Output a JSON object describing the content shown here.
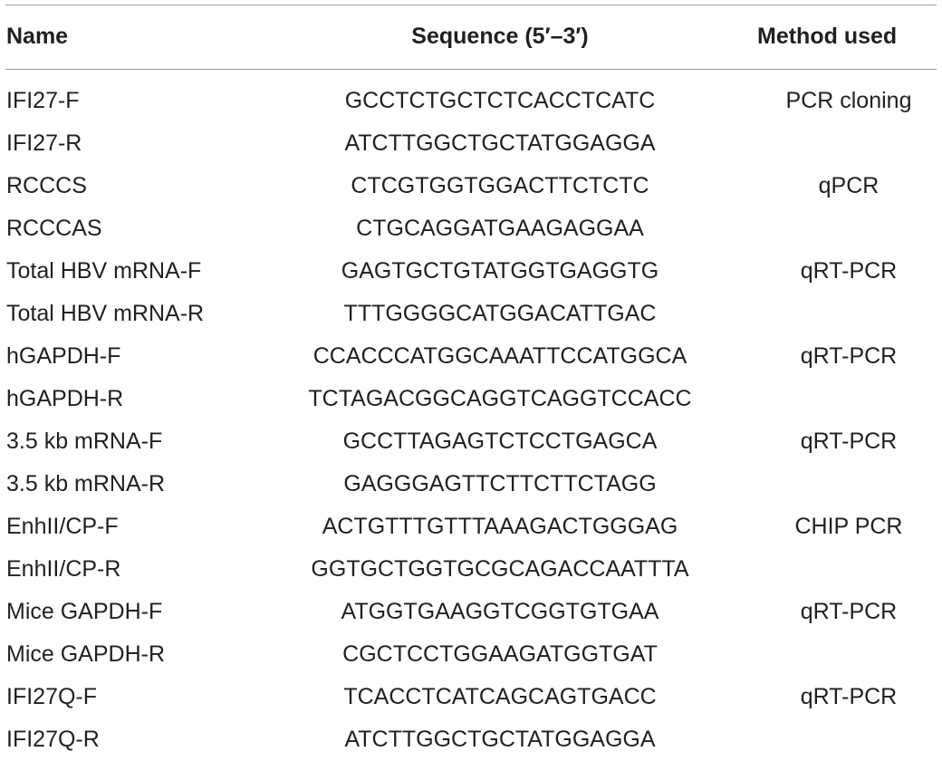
{
  "table": {
    "headers": {
      "name": "Name",
      "sequence": "Sequence (5′–3′)",
      "method": "Method used"
    },
    "rows": [
      {
        "name": "IFI27-F",
        "sequence": "GCCTCTGCTCTCACCTCATC",
        "method": "PCR cloning"
      },
      {
        "name": "IFI27-R",
        "sequence": "ATCTTGGCTGCTATGGAGGA",
        "method": ""
      },
      {
        "name": "RCCCS",
        "sequence": "CTCGTGGTGGACTTCTCTC",
        "method": "qPCR"
      },
      {
        "name": "RCCCAS",
        "sequence": "CTGCAGGATGAAGAGGAA",
        "method": ""
      },
      {
        "name": "Total HBV mRNA-F",
        "sequence": "GAGTGCTGTATGGTGAGGTG",
        "method": "qRT-PCR"
      },
      {
        "name": "Total HBV mRNA-R",
        "sequence": "TTTGGGGCATGGACATTGAC",
        "method": ""
      },
      {
        "name": "hGAPDH-F",
        "sequence": "CCACCCATGGCAAATTCCATGGCA",
        "method": "qRT-PCR"
      },
      {
        "name": "hGAPDH-R",
        "sequence": "TCTAGACGGCAGGTCAGGTCCACC",
        "method": ""
      },
      {
        "name": "3.5 kb mRNA-F",
        "sequence": "GCCTTAGAGTCTCCTGAGCA",
        "method": "qRT-PCR"
      },
      {
        "name": "3.5 kb mRNA-R",
        "sequence": "GAGGGAGTTCTTCTTCTAGG",
        "method": ""
      },
      {
        "name": "EnhII/CP-F",
        "sequence": "ACTGTTTGTTTAAAGACTGGGAG",
        "method": "CHIP PCR"
      },
      {
        "name": "EnhII/CP-R",
        "sequence": "GGTGCTGGTGCGCAGACCAATTTA",
        "method": ""
      },
      {
        "name": "Mice GAPDH-F",
        "sequence": "ATGGTGAAGGTCGGTGTGAA",
        "method": "qRT-PCR"
      },
      {
        "name": "Mice GAPDH-R",
        "sequence": "CGCTCCTGGAAGATGGTGAT",
        "method": ""
      },
      {
        "name": "IFI27Q-F",
        "sequence": "TCACCTCATCAGCAGTGACC",
        "method": "qRT-PCR"
      },
      {
        "name": "IFI27Q-R",
        "sequence": "ATCTTGGCTGCTATGGAGGA",
        "method": ""
      }
    ]
  }
}
